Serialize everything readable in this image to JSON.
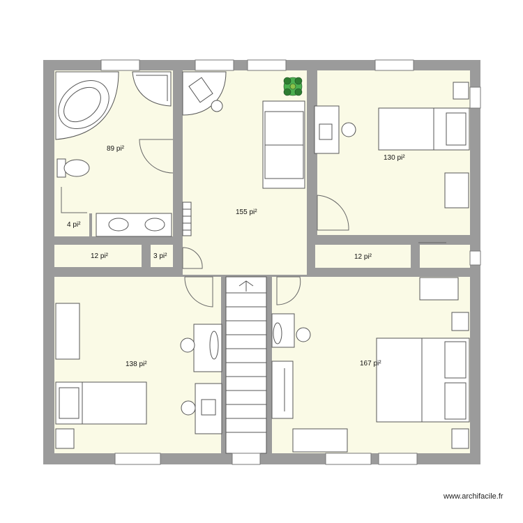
{
  "rooms": [
    {
      "id": "bathroom",
      "area_label": "89 pi²"
    },
    {
      "id": "hall",
      "area_label": "155 pi²"
    },
    {
      "id": "bedroom-ne",
      "area_label": "130 pi²"
    },
    {
      "id": "wc-small",
      "area_label": "4 pi²"
    },
    {
      "id": "closet-w",
      "area_label": "12 pi²"
    },
    {
      "id": "closet-tiny",
      "area_label": "3 pi²"
    },
    {
      "id": "closet-e",
      "area_label": "12 pi²"
    },
    {
      "id": "bedroom-sw",
      "area_label": "138 pi²"
    },
    {
      "id": "bedroom-se",
      "area_label": "167 pi²"
    }
  ],
  "watermark": "www.archifacile.fr",
  "colors": {
    "wall": "#9b9b9b",
    "floor": "#fafae6",
    "stroke": "#555555",
    "plant": "#2e7d32"
  }
}
